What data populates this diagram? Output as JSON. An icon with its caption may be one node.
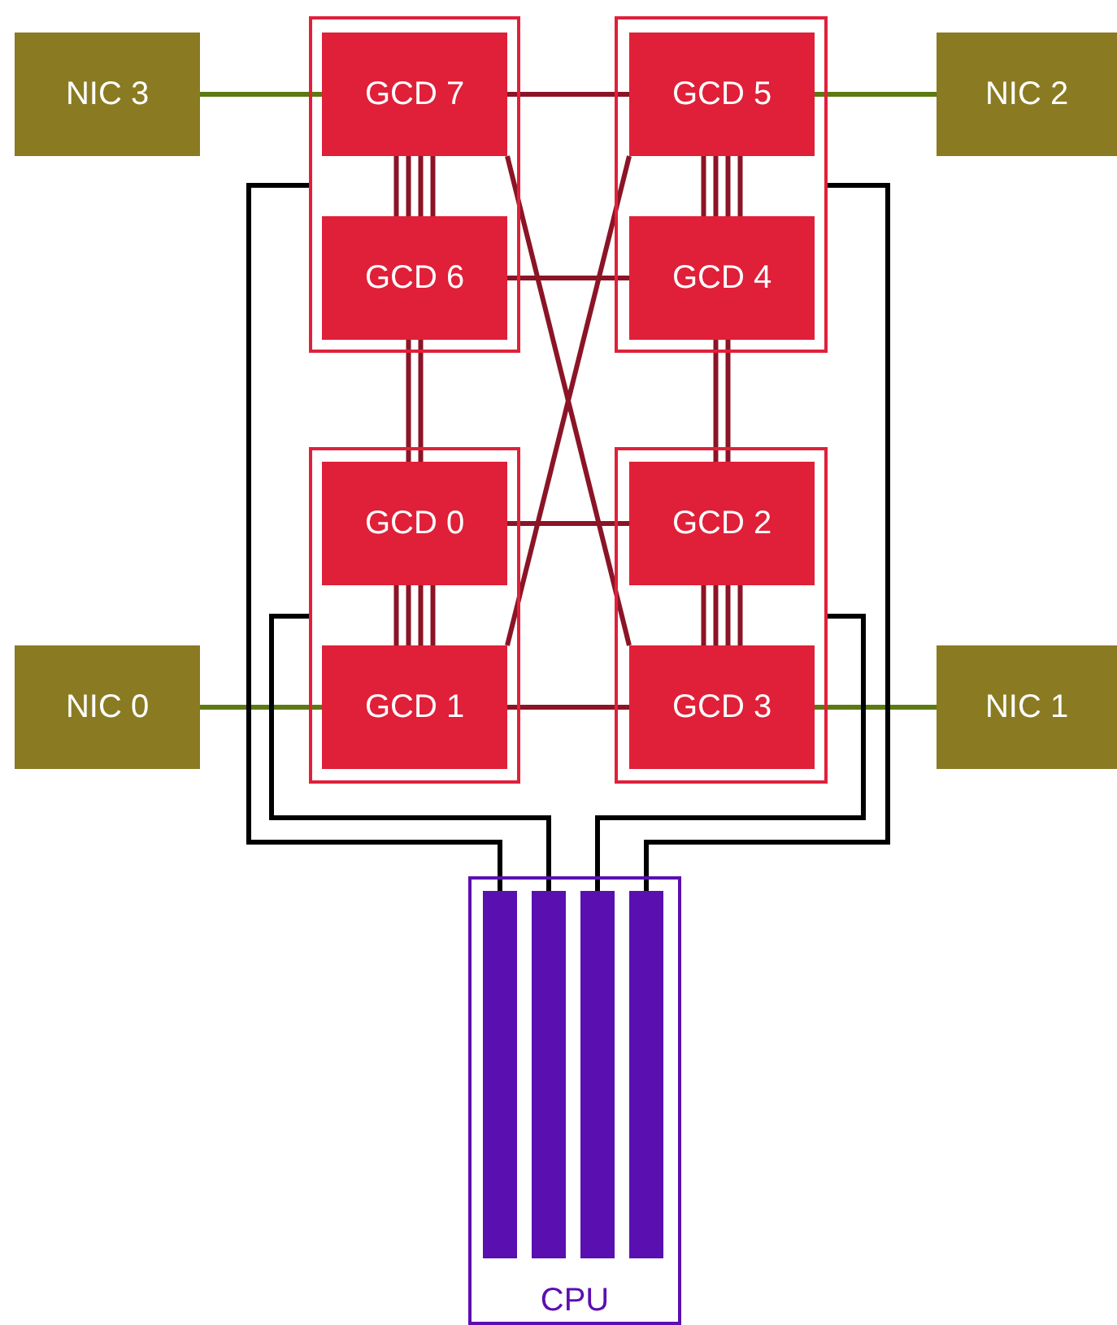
{
  "diagram": {
    "nodes": [
      {
        "text": [
          "NIC 3"
        ]
      },
      {
        "text": [],
        "shape": "box"
      },
      {
        "text": [
          "GCD 7"
        ],
        "in": 1
      },
      {
        "text": [
          "GCD 6"
        ],
        "in": 1
      },
      {
        "text": [],
        "shape": "box"
      },
      {
        "text": [
          "GCD 5"
        ],
        "in": 4
      },
      {
        "text": [
          "GCD 4"
        ],
        "in": 4
      },
      {
        "text": [
          "NIC 2"
        ]
      },
      {
        "text": [
          "NIC 0"
        ]
      },
      {
        "text": [],
        "shape": "box"
      },
      {
        "text": [
          "GCD 0"
        ],
        "in": 9
      },
      {
        "text": [
          "GCD 1"
        ],
        "in": 9
      },
      {
        "text": [],
        "shape": "box"
      },
      {
        "text": [
          "GCD 2"
        ],
        "in": 12
      },
      {
        "text": [
          "GCD 3"
        ],
        "in": 12
      },
      {
        "text": [
          "NIC 1"
        ]
      },
      {
        "text": [
          "CPU"
        ]
      },
      {
        "text": [],
        "shape": "bar",
        "in": 16
      },
      {
        "text": [],
        "shape": "bar",
        "in": 16
      },
      {
        "text": [],
        "shape": "bar",
        "in": 16
      },
      {
        "text": [],
        "shape": "bar",
        "in": 16
      }
    ],
    "edges": [
      {
        "from": 0,
        "to": 2,
        "arrow": "none",
        "color": "#5b7a12"
      },
      {
        "from": 5,
        "to": 7,
        "arrow": "none",
        "color": "#5b7a12"
      },
      {
        "from": 8,
        "to": 11,
        "arrow": "none",
        "color": "#5b7a12"
      },
      {
        "from": 14,
        "to": 15,
        "arrow": "none",
        "color": "#5b7a12"
      },
      {
        "from": 2,
        "to": 5,
        "arrow": "none"
      },
      {
        "from": 3,
        "to": 6,
        "arrow": "none"
      },
      {
        "from": 10,
        "to": 13,
        "arrow": "none"
      },
      {
        "from": 11,
        "to": 14,
        "arrow": "none"
      },
      {
        "from": 2,
        "to": 14,
        "arrow": "none"
      },
      {
        "from": 5,
        "to": 11,
        "arrow": "none"
      },
      {
        "from": 2,
        "to": 3,
        "arrow": "none"
      },
      {
        "from": 2,
        "to": 3,
        "arrow": "none"
      },
      {
        "from": 2,
        "to": 3,
        "arrow": "none"
      },
      {
        "from": 2,
        "to": 3,
        "arrow": "none"
      },
      {
        "from": 5,
        "to": 6,
        "arrow": "none"
      },
      {
        "from": 5,
        "to": 6,
        "arrow": "none"
      },
      {
        "from": 5,
        "to": 6,
        "arrow": "none"
      },
      {
        "from": 5,
        "to": 6,
        "arrow": "none"
      },
      {
        "from": 10,
        "to": 11,
        "arrow": "none"
      },
      {
        "from": 10,
        "to": 11,
        "arrow": "none"
      },
      {
        "from": 10,
        "to": 11,
        "arrow": "none"
      },
      {
        "from": 10,
        "to": 11,
        "arrow": "none"
      },
      {
        "from": 13,
        "to": 14,
        "arrow": "none"
      },
      {
        "from": 13,
        "to": 14,
        "arrow": "none"
      },
      {
        "from": 13,
        "to": 14,
        "arrow": "none"
      },
      {
        "from": 13,
        "to": 14,
        "arrow": "none"
      },
      {
        "from": 3,
        "to": 10,
        "arrow": "none"
      },
      {
        "from": 3,
        "to": 10,
        "arrow": "none"
      },
      {
        "from": 6,
        "to": 13,
        "arrow": "none"
      },
      {
        "from": 6,
        "to": 13,
        "arrow": "none"
      },
      {
        "from": 1,
        "to": 17,
        "arrow": "none",
        "color": "#000000"
      },
      {
        "from": 9,
        "to": 18,
        "arrow": "none",
        "color": "#000000"
      },
      {
        "from": 12,
        "to": 19,
        "arrow": "none",
        "color": "#000000"
      },
      {
        "from": 4,
        "to": 20,
        "arrow": "none",
        "color": "#000000"
      }
    ]
  }
}
